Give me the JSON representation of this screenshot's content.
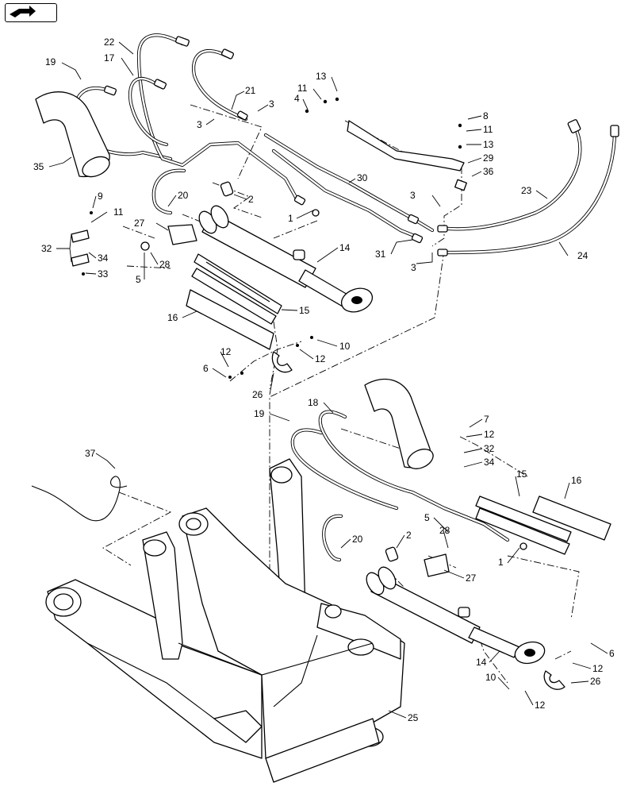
{
  "nav_icon": "return-arrow-icon",
  "callouts": {
    "c22": "22",
    "c17": "17",
    "c19a": "19",
    "c21": "21",
    "c3a": "3",
    "c3b": "3",
    "c4": "4",
    "c11a": "11",
    "c13a": "13",
    "c8": "8",
    "c11b": "11",
    "c13b": "13",
    "c29": "29",
    "c36": "36",
    "c35": "35",
    "c30": "30",
    "c20a": "20",
    "c2a": "2",
    "c3c": "3",
    "c23": "23",
    "c9": "9",
    "c11c": "11",
    "c27a": "27",
    "c1a": "1",
    "c32a": "32",
    "c34a": "34",
    "c28a": "28",
    "c33": "33",
    "c5a": "5",
    "c14a": "14",
    "c31": "31",
    "c3d": "3",
    "c24": "24",
    "c16a": "16",
    "c15a": "15",
    "c12a": "12",
    "c10a": "10",
    "c6a": "6",
    "c12b": "12",
    "c26a": "26",
    "c18": "18",
    "c19b": "19",
    "c7": "7",
    "c12c": "12",
    "c32b": "32",
    "c34b": "34",
    "c37": "37",
    "c15b": "15",
    "c16b": "16",
    "c5b": "5",
    "c2b": "2",
    "c20b": "20",
    "c28b": "28",
    "c1b": "1",
    "c27b": "27",
    "c14b": "14",
    "c6b": "6",
    "c12d": "12",
    "c26b": "26",
    "c10b": "10",
    "c12e": "12",
    "c25": "25"
  }
}
